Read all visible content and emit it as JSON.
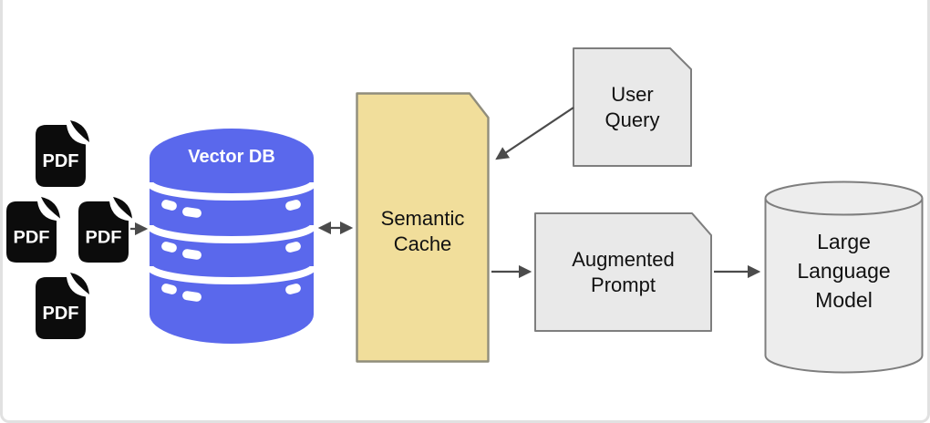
{
  "diagram": {
    "nodes": {
      "pdf": {
        "label": "PDF",
        "count": 4
      },
      "vector_db": {
        "label": "Vector DB"
      },
      "semantic_cache": {
        "label": "Semantic\nCache"
      },
      "user_query": {
        "label": "User\nQuery"
      },
      "augmented_prompt": {
        "label": "Augmented\nPrompt"
      },
      "llm": {
        "label": "Large\nLanguage\nModel"
      }
    },
    "connections": [
      {
        "from": "pdf-files",
        "to": "vector-db",
        "style": "arrow"
      },
      {
        "from": "vector-db",
        "to": "semantic-cache",
        "style": "double-arrow"
      },
      {
        "from": "user-query",
        "to": "semantic-cache",
        "style": "arrow"
      },
      {
        "from": "semantic-cache",
        "to": "augmented-prompt",
        "style": "arrow"
      },
      {
        "from": "augmented-prompt",
        "to": "llm",
        "style": "arrow"
      }
    ],
    "colors": {
      "db_blue": "#5A68EC",
      "cache_fill": "#F1DE9B",
      "cache_stroke": "#908D7C",
      "doc_fill": "#E9E9E9",
      "doc_stroke": "#7E7E7E",
      "cylinder_fill": "#EDEDED",
      "cylinder_stroke": "#7E7E7E",
      "arrow": "#4B4B4B",
      "pdf_icon": "#0C0C0C",
      "page_border": "#E1E1E1",
      "label_text": "#111111"
    }
  }
}
